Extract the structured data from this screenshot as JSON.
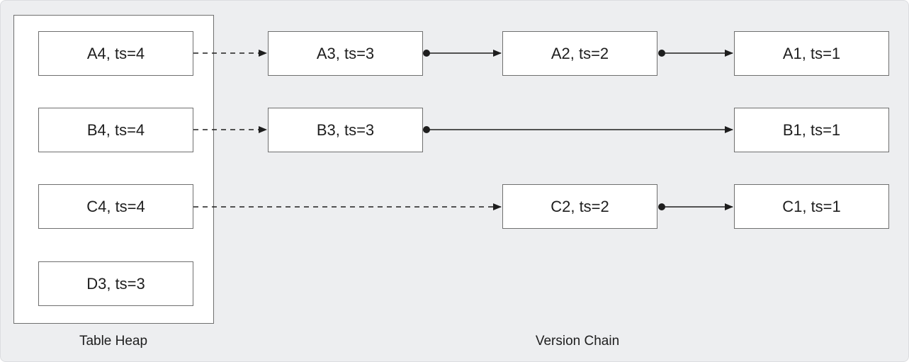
{
  "labels": {
    "table_heap": "Table Heap",
    "version_chain": "Version Chain"
  },
  "heap": {
    "a4": "A4, ts=4",
    "b4": "B4, ts=4",
    "c4": "C4, ts=4",
    "d3": "D3, ts=3"
  },
  "chain": {
    "a3": "A3, ts=3",
    "a2": "A2, ts=2",
    "a1": "A1, ts=1",
    "b3": "B3, ts=3",
    "b1": "B1, ts=1",
    "c2": "C2, ts=2",
    "c1": "C1, ts=1"
  },
  "colors": {
    "panel_bg": "#edeef0",
    "box_border": "#6f6f6f",
    "line": "#1e1e1e"
  }
}
